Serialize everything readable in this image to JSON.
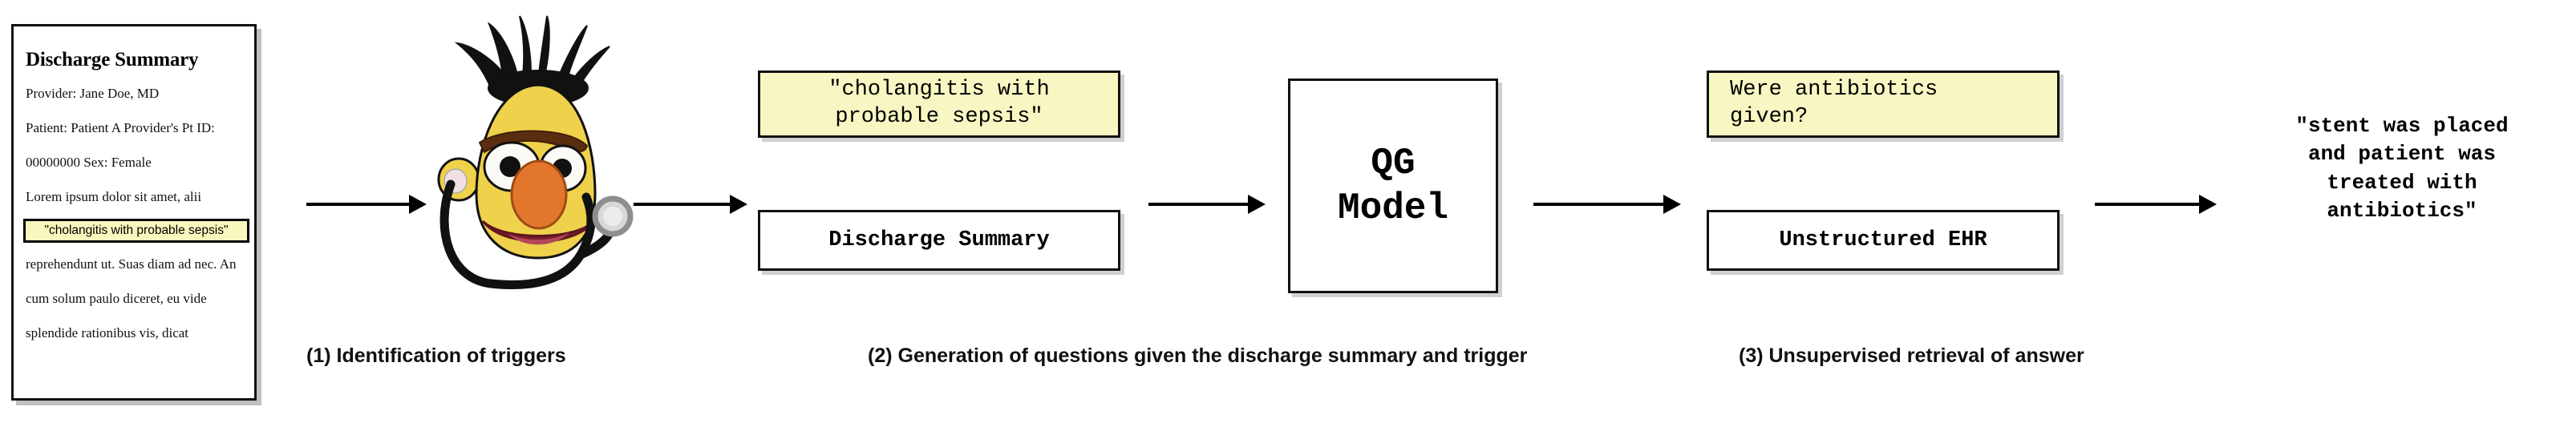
{
  "document": {
    "title": "Discharge Summary",
    "lines": [
      "Provider: Jane Doe, MD",
      "Patient: Patient A Provider's Pt ID:",
      "00000000 Sex: Female",
      "Lorem  ipsum dolor sit amet, alii"
    ],
    "highlighted_trigger": "\"cholangitis with probable sepsis\"",
    "lines_after": [
      "reprehendunt ut. Suas diam ad nec. An",
      "cum solum paulo diceret, eu vide",
      "splendide rationibus vis, dicat"
    ]
  },
  "mascot": {
    "name": "bert-with-stethoscope",
    "face_color": "#efd14b",
    "hair_color": "#111111",
    "nose_color": "#e2762c",
    "mouth_color": "#8f2230",
    "stethoscope_color": "#111111"
  },
  "step2": {
    "trigger_box_text_line1": "\"cholangitis with",
    "trigger_box_text_line2": "probable sepsis\"",
    "summary_box_text": "Discharge Summary",
    "model_box_line1": "QG",
    "model_box_line2": "Model"
  },
  "step3": {
    "question_box_line1": "Were antibiotics",
    "question_box_line2": "given?",
    "ehr_box_text": "Unstructured EHR"
  },
  "answer": {
    "line1": "\"stent was placed",
    "line2": "and patient was",
    "line3": "treated with",
    "line4": "antibiotics\""
  },
  "captions": {
    "step1": "(1) Identification of triggers",
    "step2": "(2) Generation of questions given the discharge summary and trigger",
    "step3": "(3) Unsupervised retrieval of answer"
  },
  "colors": {
    "highlight_yellow": "#f8f7c3",
    "border_black": "#111111",
    "page_background": "#ffffff"
  }
}
